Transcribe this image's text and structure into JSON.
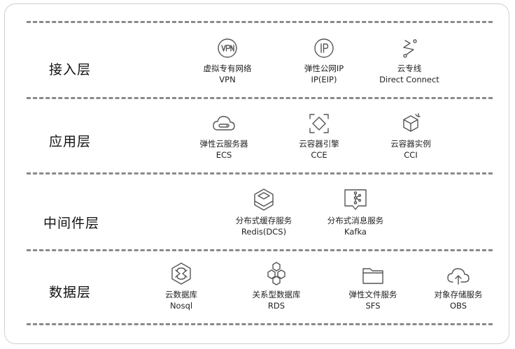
{
  "layers": [
    {
      "title": "接入层",
      "services": [
        {
          "name": "虚拟专有网络",
          "abbr": "VPN",
          "icon": "vpn-icon"
        },
        {
          "name": "弹性公网IP",
          "abbr": "IP(EIP)",
          "icon": "ip-icon"
        },
        {
          "name": "云专线",
          "abbr": "Direct Connect",
          "icon": "direct-connect-icon"
        }
      ]
    },
    {
      "title": "应用层",
      "services": [
        {
          "name": "弹性云服务器",
          "abbr": "ECS",
          "icon": "cloud-server-icon"
        },
        {
          "name": "云容器引擎",
          "abbr": "CCE",
          "icon": "container-engine-icon"
        },
        {
          "name": "云容器实例",
          "abbr": "CCI",
          "icon": "container-instance-icon"
        }
      ]
    },
    {
      "title": "中间件层",
      "services": [
        {
          "name": "分布式缓存服务",
          "abbr": "Redis(DCS)",
          "icon": "cache-icon"
        },
        {
          "name": "分布式消息服务",
          "abbr": "Kafka",
          "icon": "message-icon"
        }
      ]
    },
    {
      "title": "数据层",
      "services": [
        {
          "name": "云数据库",
          "abbr": "Nosql",
          "icon": "nosql-database-icon"
        },
        {
          "name": "关系型数据库",
          "abbr": "RDS",
          "icon": "relational-database-icon"
        },
        {
          "name": "弹性文件服务",
          "abbr": "SFS",
          "icon": "folder-icon"
        },
        {
          "name": "对象存储服务",
          "abbr": "OBS",
          "icon": "cloud-upload-icon"
        }
      ]
    }
  ]
}
